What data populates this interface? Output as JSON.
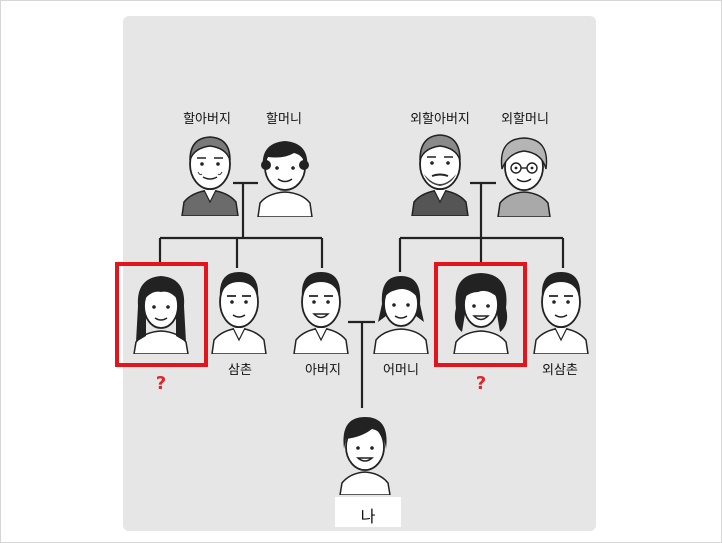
{
  "diagram": {
    "people": {
      "grandfather": "할아버지",
      "grandmother": "할머니",
      "maternal_grandfather": "외할아버지",
      "maternal_grandmother": "외할머니",
      "uncle": "삼촌",
      "father": "아버지",
      "mother": "어머니",
      "maternal_uncle": "외삼촌",
      "me": "나"
    },
    "unknown_marks": [
      "?",
      "?"
    ],
    "highlight_color": "#e3141c",
    "question_color": "#e0252c"
  }
}
